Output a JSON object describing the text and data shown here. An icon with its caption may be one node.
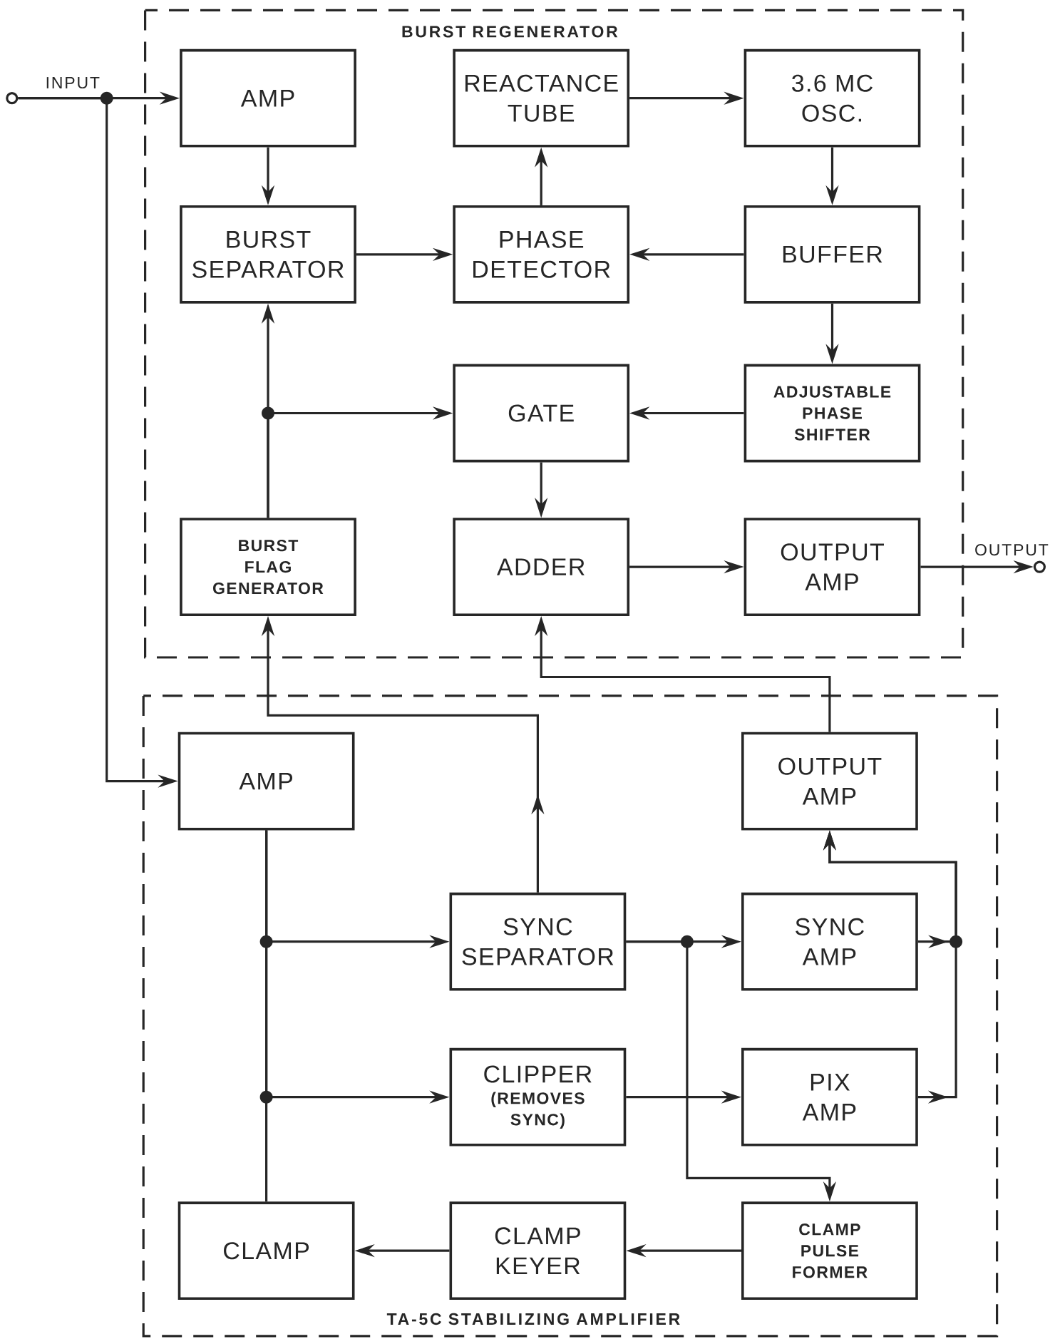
{
  "diagram": {
    "nodes": [
      {
        "text": [
          "BURST REGENERATOR"
        ]
      },
      {
        "text": [],
        "shape": "circle",
        "beside": [
          "INPUT"
        ]
      },
      {
        "text": [
          "AMP"
        ],
        "in": 0
      },
      {
        "text": [
          "REACTANCE TUBE"
        ],
        "in": 0
      },
      {
        "text": [
          "3.6 MC OSC."
        ],
        "in": 0
      },
      {
        "text": [
          "BURST SEPARATOR"
        ],
        "in": 0
      },
      {
        "text": [
          "PHASE DETECTOR"
        ],
        "in": 0
      },
      {
        "text": [
          "BUFFER"
        ],
        "in": 0
      },
      {
        "text": [
          "GATE"
        ],
        "in": 0
      },
      {
        "text": [
          "ADJUSTABLE PHASE SHIFTER"
        ],
        "in": 0
      },
      {
        "text": [
          "BURST FLAG GENERATOR"
        ],
        "in": 0
      },
      {
        "text": [
          "ADDER"
        ],
        "in": 0
      },
      {
        "text": [
          "OUTPUT AMP"
        ],
        "in": 0
      },
      {
        "text": [],
        "shape": "circle",
        "beside": [
          "OUTPUT"
        ]
      },
      {
        "text": [
          "TA-5C STABILIZING AMPLIFIER"
        ]
      },
      {
        "text": [
          "AMP"
        ],
        "in": 14
      },
      {
        "text": [
          "OUTPUT AMP"
        ],
        "in": 14
      },
      {
        "text": [
          "SYNC SEPARATOR"
        ],
        "in": 14
      },
      {
        "text": [
          "SYNC AMP"
        ],
        "in": 14
      },
      {
        "text": [
          "CLIPPER",
          "(REMOVES SYNC)"
        ],
        "in": 14
      },
      {
        "text": [
          "PIX AMP"
        ],
        "in": 14
      },
      {
        "text": [
          "CLAMP"
        ],
        "in": 14
      },
      {
        "text": [
          "CLAMP KEYER"
        ],
        "in": 14
      },
      {
        "text": [
          "CLAMP PULSE FORMER"
        ],
        "in": 14
      }
    ],
    "edges": [
      {
        "from": 1,
        "to": 2,
        "arrow": "to"
      },
      {
        "from": 1,
        "to": 15,
        "arrow": "to"
      },
      {
        "from": 2,
        "to": 5,
        "arrow": "to"
      },
      {
        "from": 5,
        "to": 6,
        "arrow": "to"
      },
      {
        "from": 6,
        "to": 3,
        "arrow": "to"
      },
      {
        "from": 3,
        "to": 4,
        "arrow": "to"
      },
      {
        "from": 4,
        "to": 7,
        "arrow": "to"
      },
      {
        "from": 7,
        "to": 6,
        "arrow": "to"
      },
      {
        "from": 7,
        "to": 9,
        "arrow": "to"
      },
      {
        "from": 9,
        "to": 8,
        "arrow": "to"
      },
      {
        "from": 10,
        "to": 5,
        "arrow": "to"
      },
      {
        "from": 10,
        "to": 8,
        "arrow": "to"
      },
      {
        "from": 8,
        "to": 11,
        "arrow": "to"
      },
      {
        "from": 11,
        "to": 12,
        "arrow": "to"
      },
      {
        "from": 12,
        "to": 13,
        "arrow": "to"
      },
      {
        "from": 17,
        "to": 10,
        "arrow": "to"
      },
      {
        "from": 16,
        "to": 11,
        "arrow": "to"
      },
      {
        "from": 15,
        "to": 17,
        "arrow": "to"
      },
      {
        "from": 15,
        "to": 19,
        "arrow": "to"
      },
      {
        "from": 15,
        "to": 21,
        "arrow": "none"
      },
      {
        "from": 17,
        "to": 18,
        "arrow": "to"
      },
      {
        "from": 17,
        "to": 23,
        "arrow": "to"
      },
      {
        "from": 18,
        "to": 16,
        "arrow": "to"
      },
      {
        "from": 20,
        "to": 16,
        "arrow": "to"
      },
      {
        "from": 19,
        "to": 20,
        "arrow": "to"
      },
      {
        "from": 23,
        "to": 22,
        "arrow": "to"
      },
      {
        "from": 22,
        "to": 21,
        "arrow": "to"
      }
    ]
  }
}
